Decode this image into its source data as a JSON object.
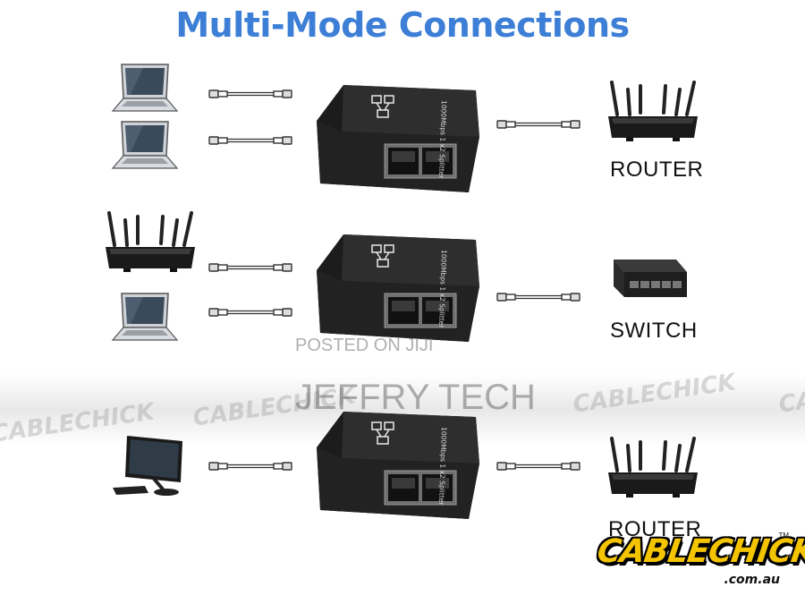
{
  "title": "Multi-Mode Connections",
  "splitter_text": "1000Mbps 1 x2 Splitter",
  "rows": [
    {
      "right_device": "router",
      "right_label": "ROUTER"
    },
    {
      "right_device": "switch",
      "right_label": "SWITCH"
    },
    {
      "right_device": "router",
      "right_label": "ROUTER"
    }
  ],
  "watermarks": {
    "posted": "POSTED ON JIJI",
    "owner": "JEFFRY TECH",
    "brand": "CABLECHICK"
  },
  "logo": {
    "name": "CABLECHICK",
    "domain": ".com.au",
    "tm": "TM"
  },
  "colors": {
    "title": "#3d7fd6",
    "splitter": "#2b2b2b",
    "logo_yellow": "#f5c400"
  }
}
